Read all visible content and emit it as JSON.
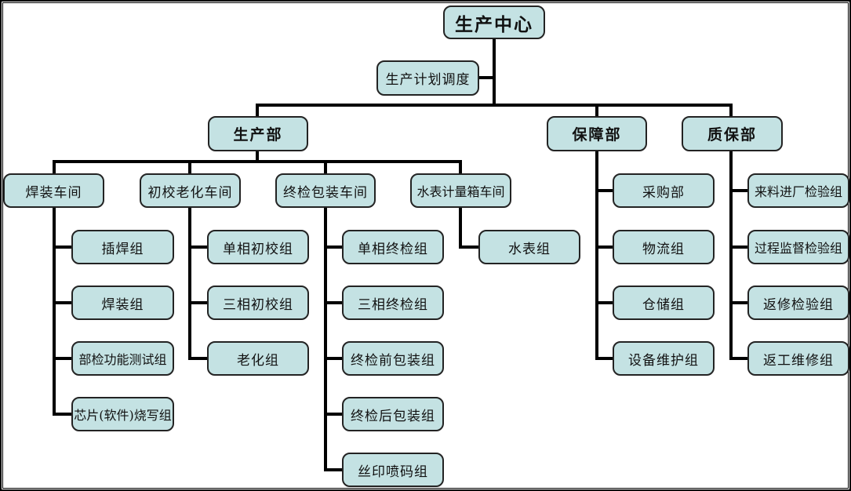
{
  "colors": {
    "canvas_bg": "#ffffff",
    "frame": "#000000",
    "node_fill": "#c4e2e3",
    "node_border": "#232323",
    "connector": "#000000",
    "text": "#111111"
  },
  "org": {
    "root": {
      "label": "生产中心"
    },
    "staff": {
      "label": "生产计划调度"
    },
    "departments": [
      {
        "label": "生产部",
        "workshops": [
          {
            "label": "焊装车间",
            "groups": [
              "插焊组",
              "焊装组",
              "部检功能测试组",
              "芯片(软件)烧写组"
            ]
          },
          {
            "label": "初校老化车间",
            "groups": [
              "单相初校组",
              "三相初校组",
              "老化组"
            ]
          },
          {
            "label": "终检包装车间",
            "groups": [
              "单相终检组",
              "三相终检组",
              "终检前包装组",
              "终检后包装组",
              "丝印喷码组"
            ]
          },
          {
            "label": "水表计量箱车间",
            "groups": [
              "水表组"
            ]
          }
        ]
      },
      {
        "label": "保障部",
        "groups": [
          "采购部",
          "物流组",
          "仓储组",
          "设备维护组"
        ]
      },
      {
        "label": "质保部",
        "groups": [
          "来料进厂检验组",
          "过程监督检验组",
          "返修检验组",
          "返工维修组"
        ]
      }
    ]
  }
}
